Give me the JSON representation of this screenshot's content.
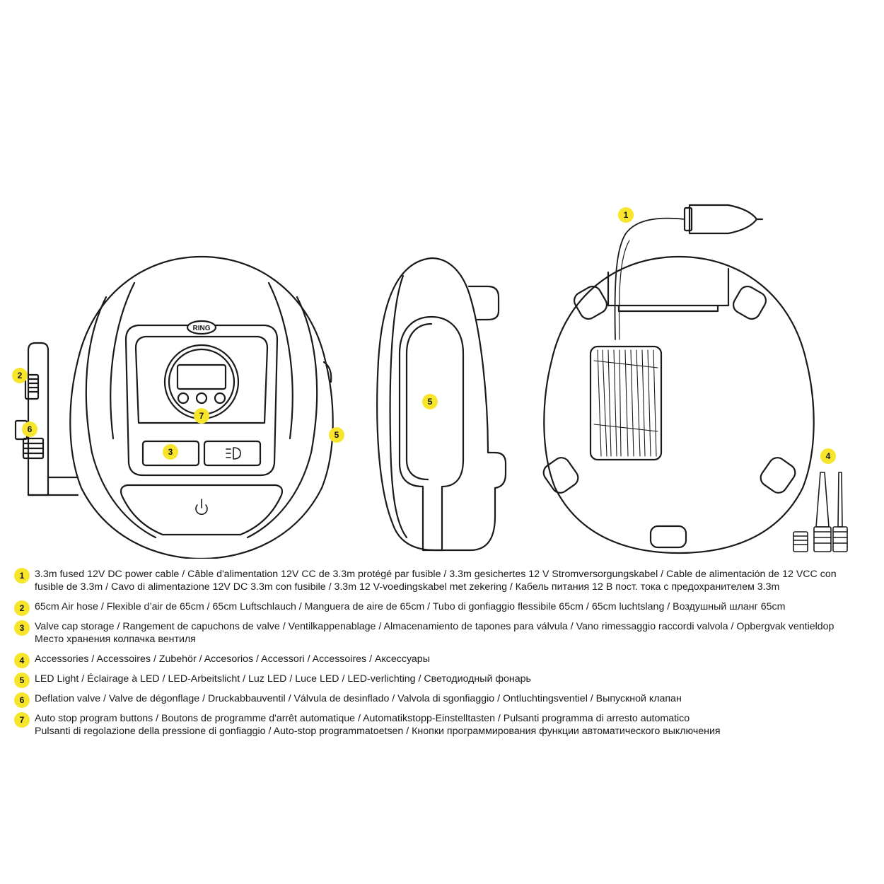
{
  "brand": "RING",
  "badges": {
    "b1": "1",
    "b2": "2",
    "b3": "3",
    "b4": "4",
    "b5a": "5",
    "b5b": "5",
    "b6": "6",
    "b7": "7"
  },
  "legend": [
    {
      "num": "1",
      "lines": [
        "3.3m fused 12V DC power cable / Câble d'alimentation 12V CC de 3.3m protégé par fusible / 3.3m gesichertes 12 V Stromversorgungskabel / Cable de alimentación de 12 VCC con",
        "fusible de 3.3m / Cavo di alimentazione 12V DC 3.3m con fusibile / 3.3m 12 V-voedingskabel met zekering / Кабель питания 12 В пост. тока с предохранителем 3.3m"
      ]
    },
    {
      "num": "2",
      "lines": [
        "65cm Air hose / Flexible d’air de 65cm / 65cm Luftschlauch / Manguera de aire de 65cm / Tubo di gonfiaggio flessibile 65cm / 65cm luchtslang / Воздушный шланг 65cm"
      ]
    },
    {
      "num": "3",
      "lines": [
        "Valve cap storage / Rangement de capuchons de valve / Ventilkappenablage / Almacenamiento de tapones para válvula / Vano rimessaggio raccordi valvola / Opbergvak ventieldop",
        "Место хранения колпачка вентиля"
      ]
    },
    {
      "num": "4",
      "lines": [
        "Accessories / Accessoires / Zubehör / Accesorios / Accessori / Accessoires / Аксессуары"
      ]
    },
    {
      "num": "5",
      "lines": [
        "LED Light / Éclairage à LED / LED-Arbeitslicht / Luz LED / Luce LED / LED-verlichting / Светодиодный фонарь"
      ]
    },
    {
      "num": "6",
      "lines": [
        "Deflation valve / Valve de dégonflage / Druckabbauventil / Válvula de desinflado / Valvola di sgonfiaggio / Ontluchtingsventiel / Выпускной клапан"
      ]
    },
    {
      "num": "7",
      "lines": [
        "Auto stop program buttons  / Boutons de programme d'arrêt automatique / Automatikstopp-Einstelltasten / Pulsanti programma di arresto automatico",
        "Pulsanti di regolazione della pressione di gonfiaggio / Auto-stop programmatoetsen / Кнопки программирования функции автоматического выключения"
      ]
    }
  ],
  "colors": {
    "badge": "#f6e52a",
    "ink": "#1a1a1a",
    "background": "#ffffff"
  },
  "icons": [
    "power-icon",
    "headlight-icon"
  ]
}
